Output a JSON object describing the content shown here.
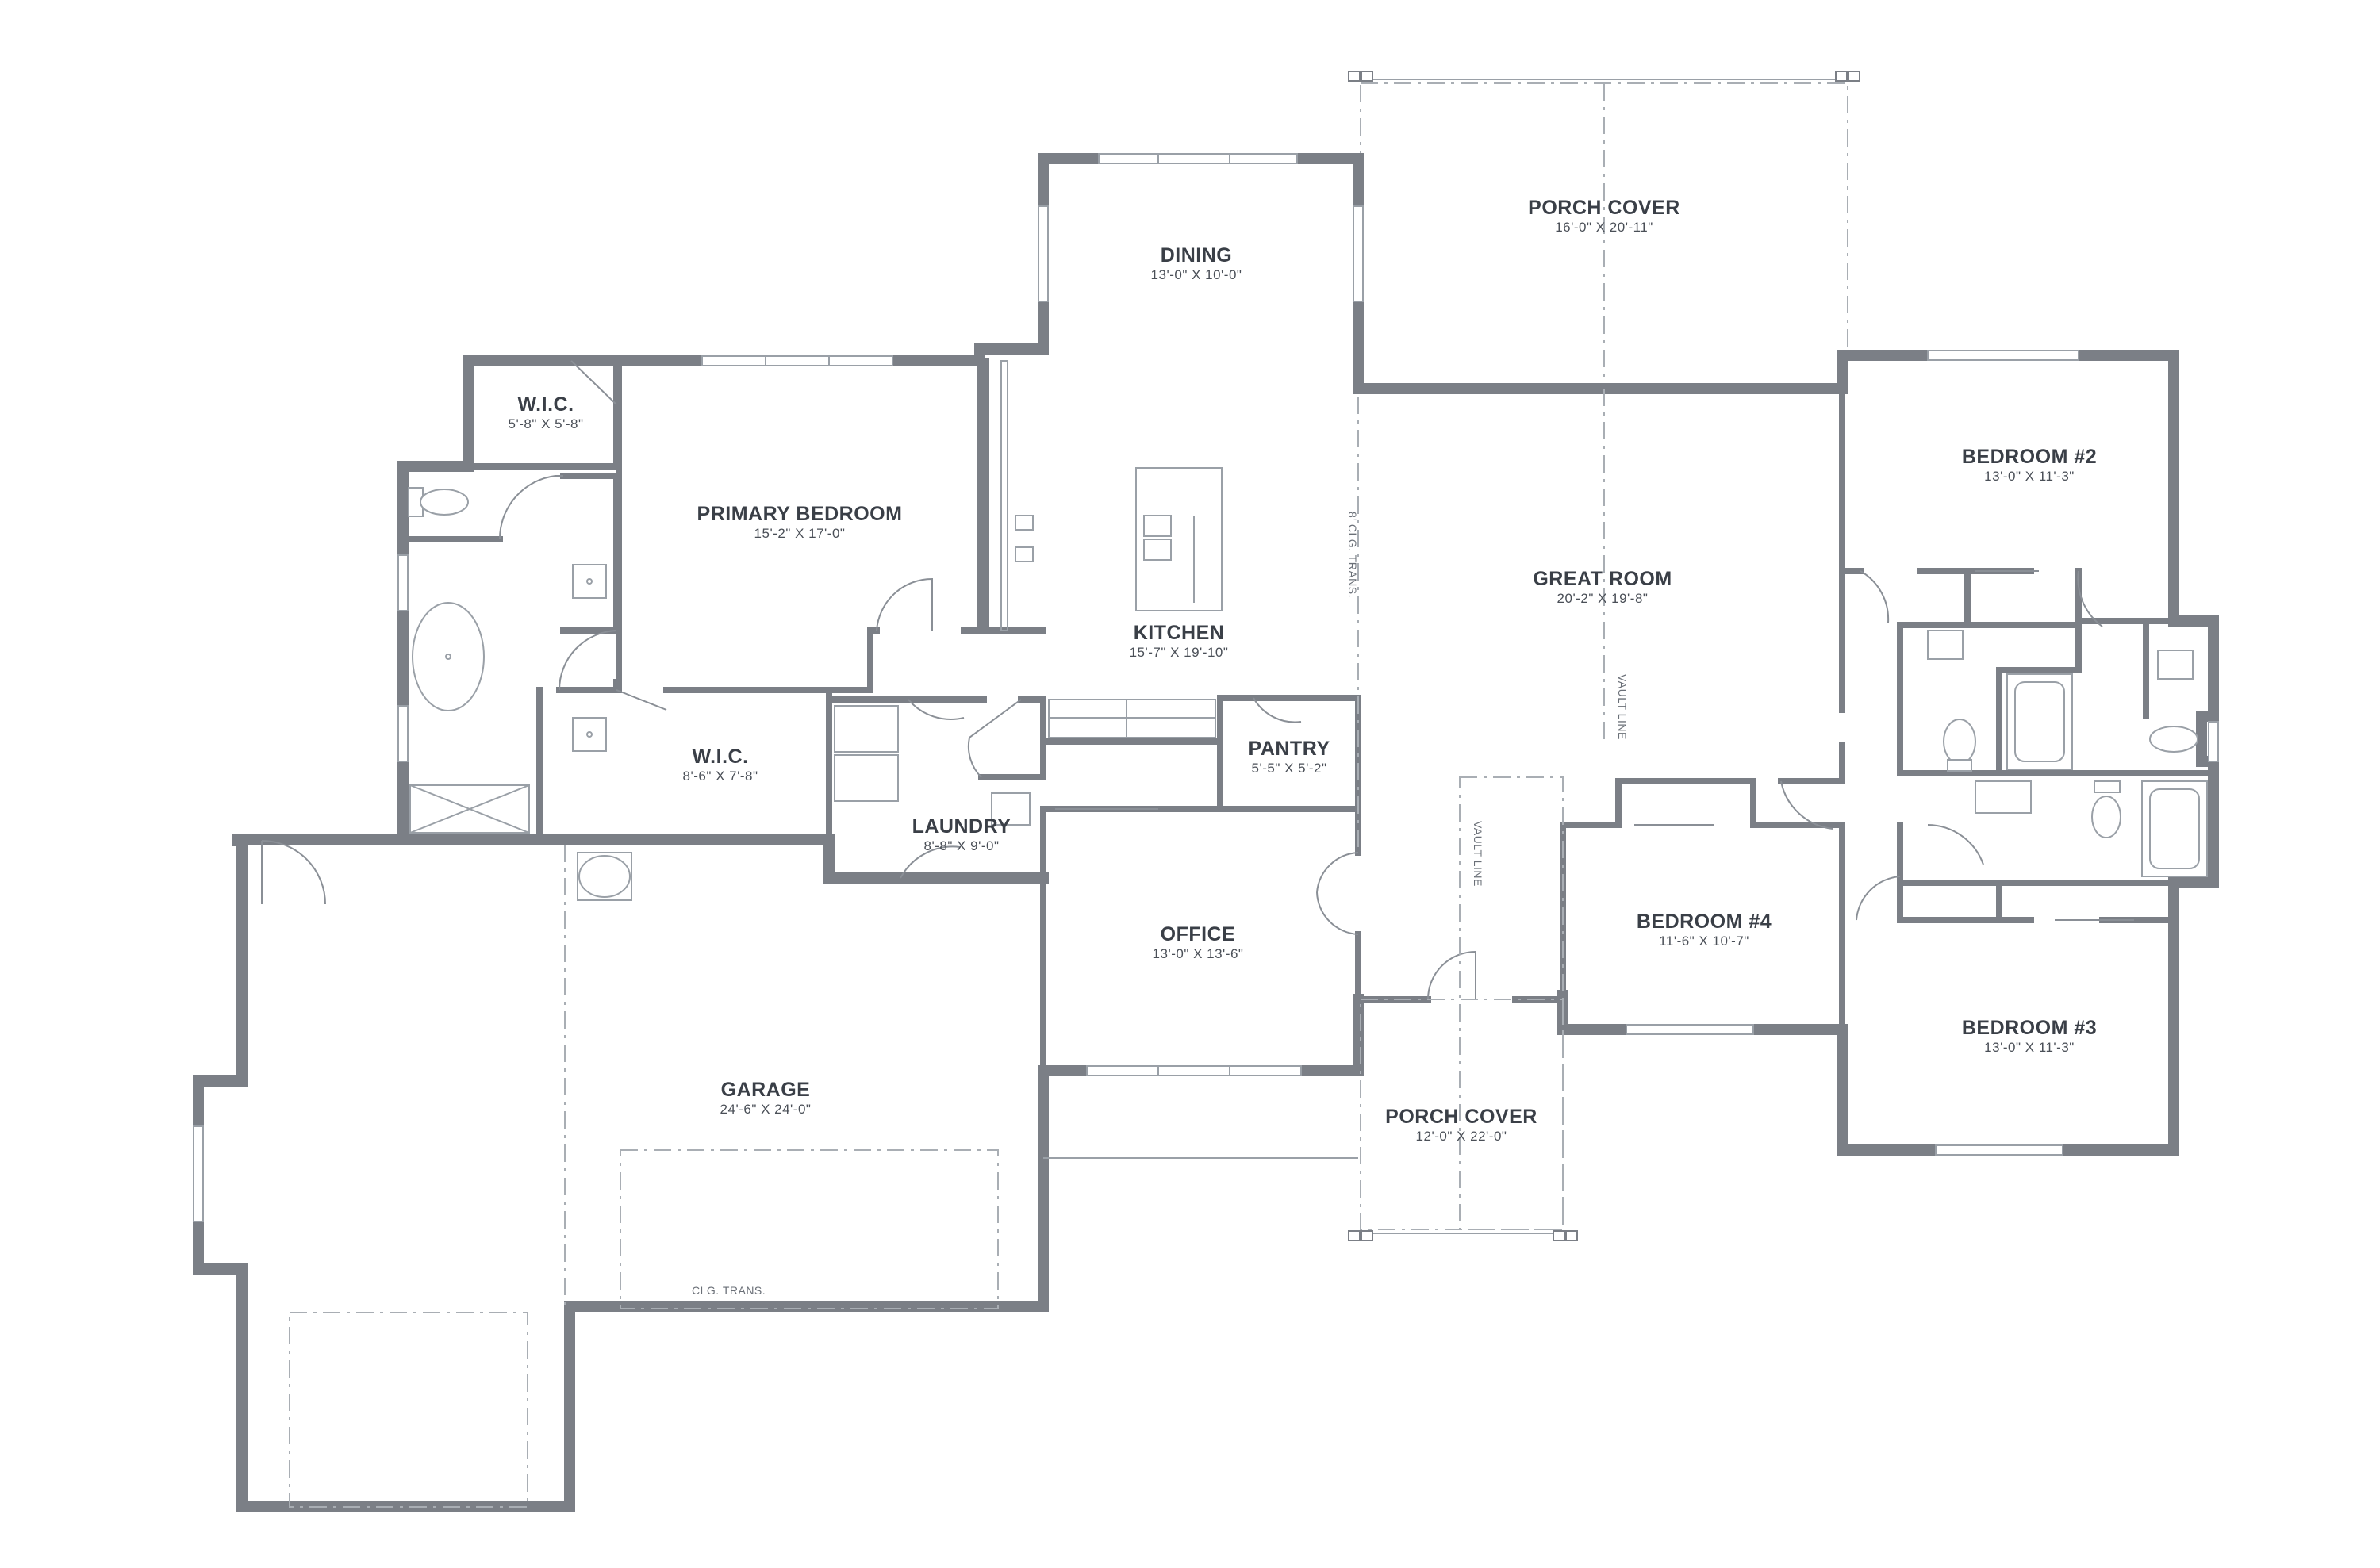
{
  "rooms": {
    "porch_cover_rear": {
      "name": "PORCH COVER",
      "dim": "16'-0\" X 20'-11\""
    },
    "dining": {
      "name": "DINING",
      "dim": "13'-0\" X 10'-0\""
    },
    "wic_primary": {
      "name": "W.I.C.",
      "dim": "5'-8\" X 5'-8\""
    },
    "primary_bedroom": {
      "name": "PRIMARY BEDROOM",
      "dim": "15'-2\" X 17'-0\""
    },
    "bedroom2": {
      "name": "BEDROOM #2",
      "dim": "13'-0\" X 11'-3\""
    },
    "great_room": {
      "name": "GREAT ROOM",
      "dim": "20'-2\" X 19'-8\""
    },
    "kitchen": {
      "name": "KITCHEN",
      "dim": "15'-7\" X 19'-10\""
    },
    "wic_hall": {
      "name": "W.I.C.",
      "dim": "8'-6\" X 7'-8\""
    },
    "pantry": {
      "name": "PANTRY",
      "dim": "5'-5\" X 5'-2\""
    },
    "laundry": {
      "name": "LAUNDRY",
      "dim": "8'-8\" X 9'-0\""
    },
    "bedroom4": {
      "name": "BEDROOM #4",
      "dim": "11'-6\" X 10'-7\""
    },
    "office": {
      "name": "OFFICE",
      "dim": "13'-0\" X 13'-6\""
    },
    "bedroom3": {
      "name": "BEDROOM #3",
      "dim": "13'-0\" X 11'-3\""
    },
    "garage": {
      "name": "GARAGE",
      "dim": "24'-6\" X 24'-0\""
    },
    "porch_cover_front": {
      "name": "PORCH COVER",
      "dim": "12'-0\" X 22'-0\""
    }
  },
  "notes": {
    "clg_trans_8": "8' CLG. TRANS.",
    "vault_line_great": "VAULT LINE",
    "vault_line_porch": "VAULT LINE",
    "clg_trans_garage": "CLG. TRANS."
  },
  "colors": {
    "wall": "#7b7f86",
    "text": "#3a3f47",
    "line": "#9aa0a7"
  }
}
